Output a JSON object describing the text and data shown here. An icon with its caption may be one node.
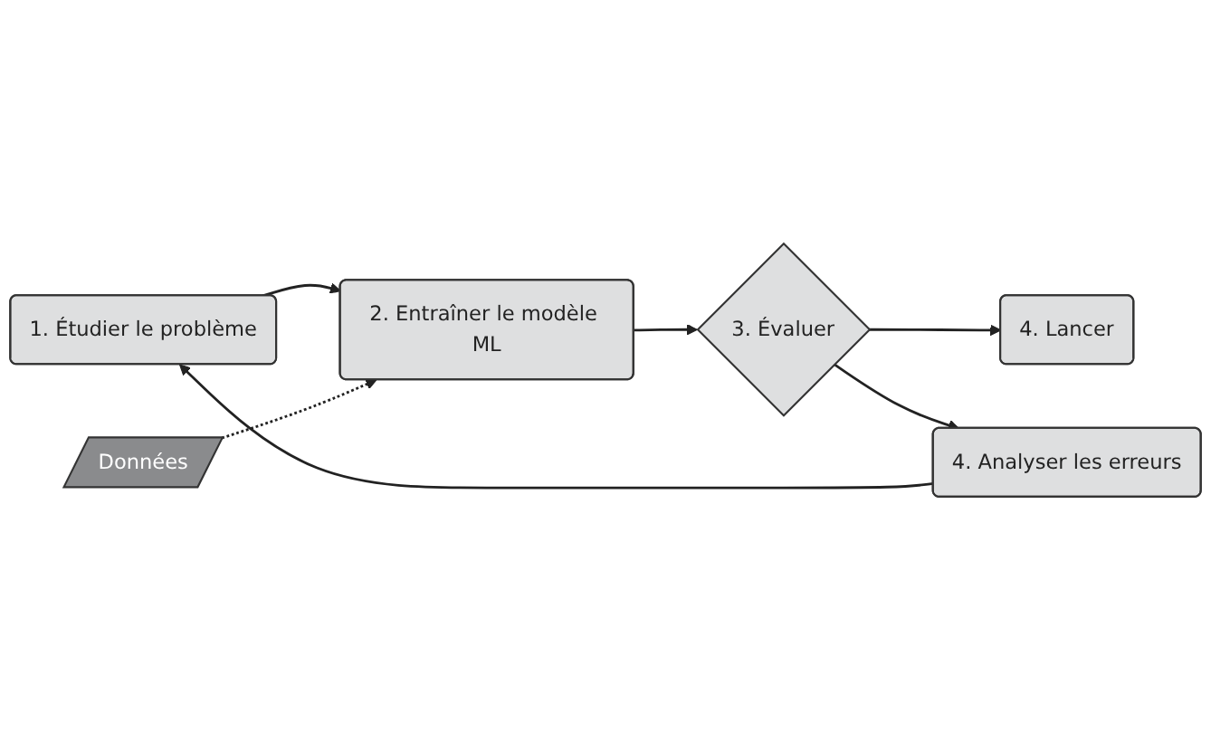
{
  "diagram": {
    "nodes": [
      {
        "text": [
          "1. Étudier le problème"
        ]
      },
      {
        "text": [
          "Données"
        ]
      },
      {
        "text": [
          "2. Entraîner le modèle ML"
        ]
      },
      {
        "text": [
          "3. Évaluer"
        ]
      },
      {
        "text": [
          "4. Lancer"
        ]
      },
      {
        "text": [
          "4. Analyser les erreurs"
        ]
      }
    ],
    "edges": [
      {
        "from": 0,
        "to": 2,
        "arrow": "to"
      },
      {
        "from": 1,
        "to": 2,
        "arrow": "to",
        "style": "dashed"
      },
      {
        "from": 2,
        "to": 3,
        "arrow": "to"
      },
      {
        "from": 3,
        "to": 4,
        "arrow": "to"
      },
      {
        "from": 3,
        "to": 5,
        "arrow": "to"
      },
      {
        "from": 5,
        "to": 0,
        "arrow": "to"
      }
    ]
  }
}
